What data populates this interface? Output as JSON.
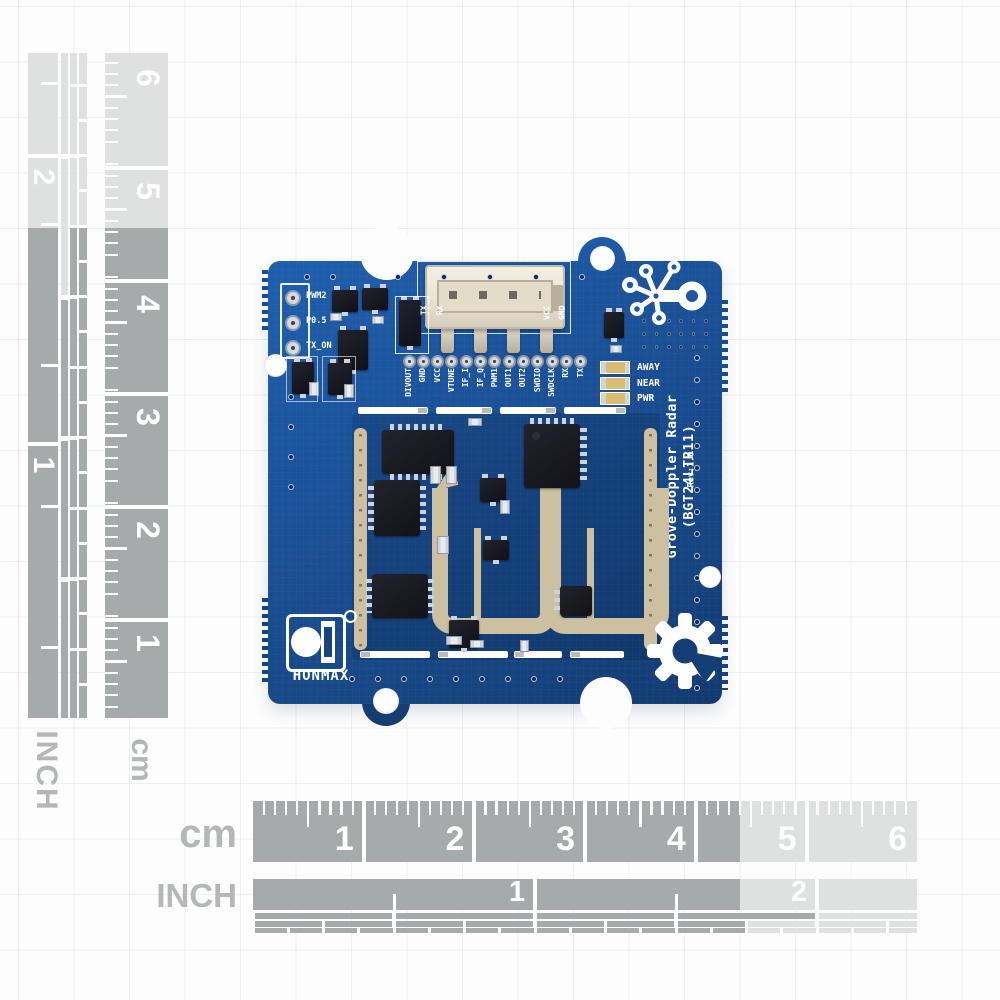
{
  "scene": {
    "type": "product-photo",
    "subject": "Grove Doppler radar sensor PCB module photographed on white graph-paper background with cm/inch scale rulers"
  },
  "rulers": {
    "left": {
      "inch_label": "INCH",
      "cm_label": "cm",
      "cm_numbers": [
        "6",
        "5",
        "4",
        "3",
        "2",
        "1"
      ],
      "inch_numbers": [
        "2",
        "1"
      ]
    },
    "bottom": {
      "cm_label": "cm",
      "inch_label": "INCH",
      "cm_numbers": [
        "1",
        "2",
        "3",
        "4",
        "5",
        "6"
      ],
      "inch_numbers": [
        "1",
        "2"
      ]
    },
    "colors": {
      "dark": "#a7aaaa",
      "light": "#dfe0e0",
      "separator": "#ffffff",
      "number": "#ffffff",
      "label": "#b4b7b7"
    }
  },
  "pcb": {
    "title": "Grove-Doppler Radar (BGT24LTR11)",
    "revision": "Rev:1.0",
    "brand": "HONMAX",
    "header_pin_labels": [
      "PWM2",
      "P0.5",
      "TX_ON"
    ],
    "connector_pin_labels": [
      "TX",
      "RX",
      "VCC",
      "GND"
    ],
    "breakout_pin_labels": [
      "DIVOUT",
      "GND",
      "VCC",
      "VTUNE",
      "IF_I",
      "IF_Q",
      "PWM1",
      "OUT1",
      "OUT2",
      "SWDIO",
      "SWDCLK",
      "RX",
      "TX"
    ],
    "led_labels": [
      "AWAY",
      "NEAR",
      "PWR"
    ],
    "colors": {
      "board": "#1a4f94",
      "board_dark": "#123a70",
      "board_light": "#1f5fae",
      "rf_panel": "#16437c",
      "antenna": "#cdc0a0",
      "silkscreen": "#ffffff",
      "ic_body": "#16161d",
      "led_amber": "#d8bd72",
      "pad_silver": "#d6d9dc"
    }
  }
}
